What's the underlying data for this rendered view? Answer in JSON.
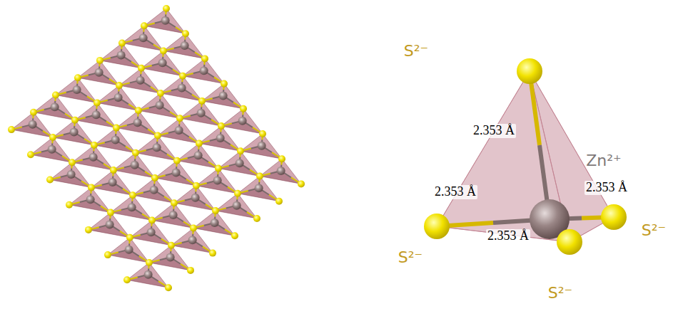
{
  "diagram": {
    "labels": [
      "S²⁻",
      "2.353 Å",
      "Zn²⁺",
      "2.353 Å",
      "2.353 Å",
      "2.353 Å",
      "S²⁻",
      "S²⁻",
      "S²⁻"
    ]
  }
}
